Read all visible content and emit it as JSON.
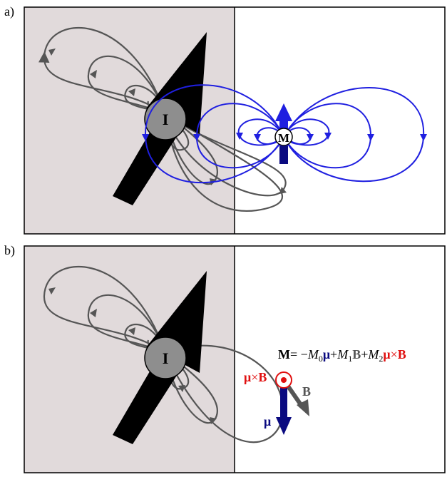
{
  "panels": [
    {
      "label": "a)",
      "impurity_label": "I",
      "moment_label": "M"
    },
    {
      "label": "b)",
      "impurity_label": "I",
      "equation": {
        "lhs": "M",
        "eq": "= −",
        "m0": "M",
        "m0_sub": "0",
        "mu1": "μ",
        "plus1": "+",
        "m1": "M",
        "m1_sub": "1",
        "b1": "B",
        "plus2": "+",
        "m2": "M",
        "m2_sub": "2",
        "mu2": "μ",
        "times": "×",
        "b2": "B"
      },
      "mu_cross_b_mu": "μ",
      "mu_cross_b_times": "×",
      "mu_cross_b_b": "B",
      "b_label": "B",
      "mu_label": "μ"
    }
  ],
  "colors": {
    "shaded_region": "#e1dadb",
    "field_lines_gray": "#555555",
    "field_lines_blue": "#1f1fe0",
    "arrow_black": "#000000",
    "impurity_fill": "#8e8e8e",
    "navy": "#0a0a80",
    "red": "#e01010",
    "gray_arrow": "#555555"
  }
}
